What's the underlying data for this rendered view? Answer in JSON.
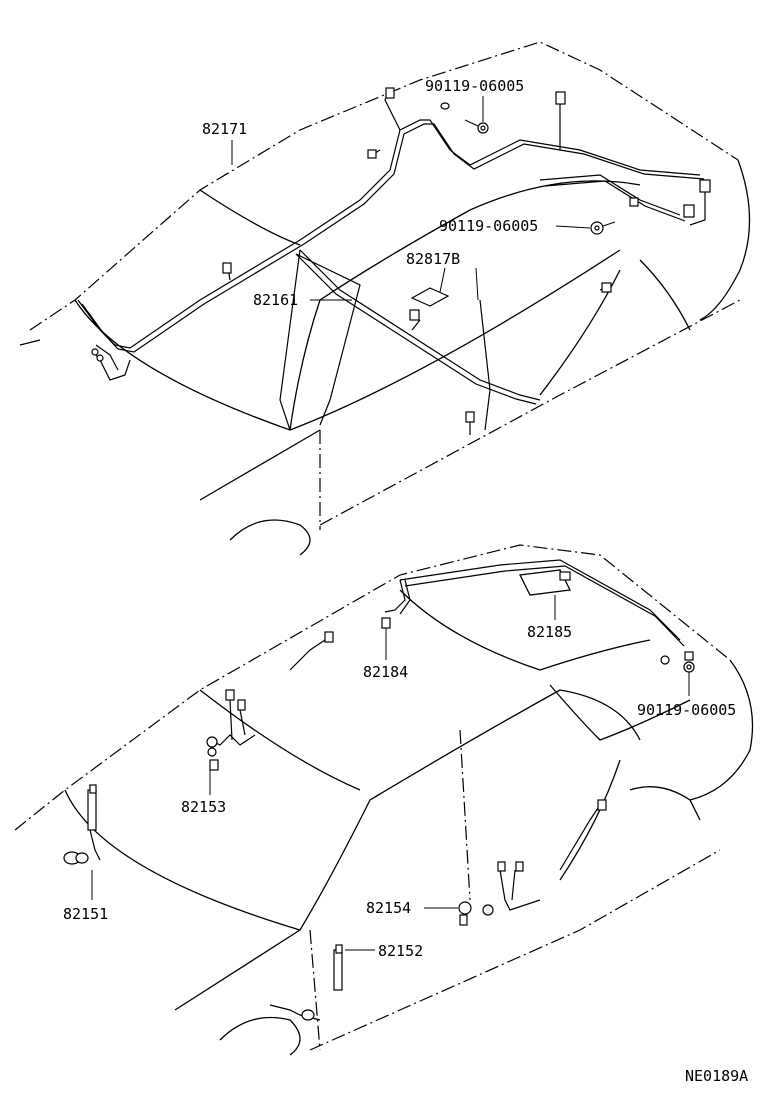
{
  "diagram": {
    "upper": {
      "labels": {
        "p82171": "82171",
        "p82161": "82161",
        "p82817b": "82817B",
        "bolt_top": "90119-06005",
        "bolt_mid": "90119-06005"
      }
    },
    "lower": {
      "labels": {
        "p82185": "82185",
        "p82184": "82184",
        "bolt": "90119-06005",
        "p82153": "82153",
        "p82151": "82151",
        "p82154": "82154",
        "p82152": "82152"
      }
    },
    "figure_code": "NE0189A"
  }
}
